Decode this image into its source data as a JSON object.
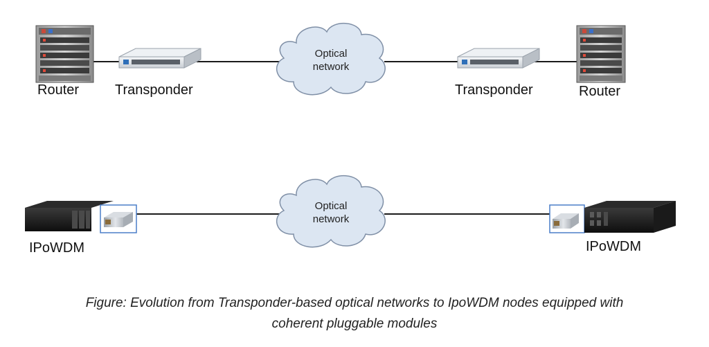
{
  "top_row": {
    "left_router_label": "Router",
    "left_transponder_label": "Transponder",
    "cloud_line1": "Optical",
    "cloud_line2": "network",
    "right_transponder_label": "Transponder",
    "right_router_label": "Router"
  },
  "bottom_row": {
    "left_node_label": "IPoWDM",
    "cloud_line1": "Optical",
    "cloud_line2": "network",
    "right_node_label": "IPoWDM"
  },
  "caption": {
    "line1": "Figure: Evolution from Transponder-based optical networks to IpoWDM nodes equipped with",
    "line2": "coherent pluggable modules"
  },
  "colors": {
    "cloud_fill": "#dce6f2",
    "cloud_stroke": "#7f8fa6",
    "link_line": "#1a1a1a",
    "module_frame": "#4a7ec9"
  }
}
